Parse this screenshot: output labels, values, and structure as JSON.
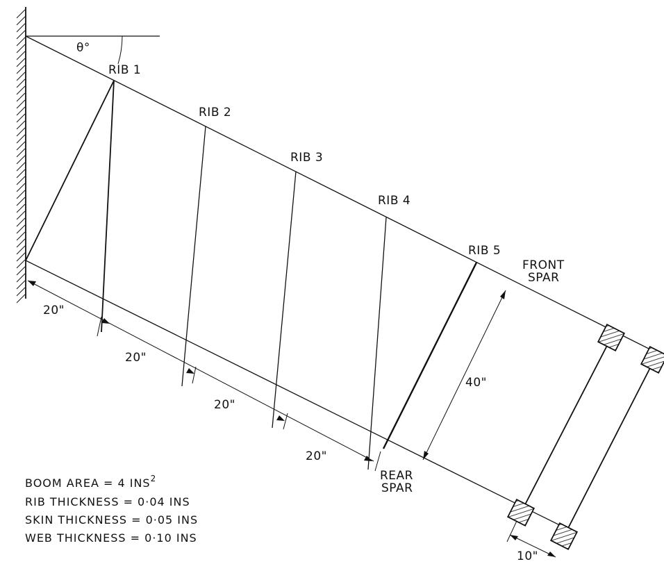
{
  "angle_label": "θ°",
  "ribs": [
    {
      "label": "RIB 1"
    },
    {
      "label": "RIB 2"
    },
    {
      "label": "RIB 3"
    },
    {
      "label": "RIB 4"
    },
    {
      "label": "RIB 5"
    }
  ],
  "spars": {
    "front_line1": "FRONT",
    "front_line2": "SPAR",
    "rear_line1": "REAR",
    "rear_line2": "SPAR"
  },
  "dimensions": {
    "rib_spacing": [
      "20\"",
      "20\"",
      "20\"",
      "20\""
    ],
    "spar_depth": "40\"",
    "tip_spacing": "10\""
  },
  "notes": {
    "boom_area_prefix": "BOOM AREA = 4 INS",
    "boom_area_sup": "2",
    "rib_thickness": "RIB THICKNESS = 0·04 INS",
    "skin_thickness": "SKIN THICKNESS = 0·05 INS",
    "web_thickness": "WEB THICKNESS = 0·10 INS"
  }
}
